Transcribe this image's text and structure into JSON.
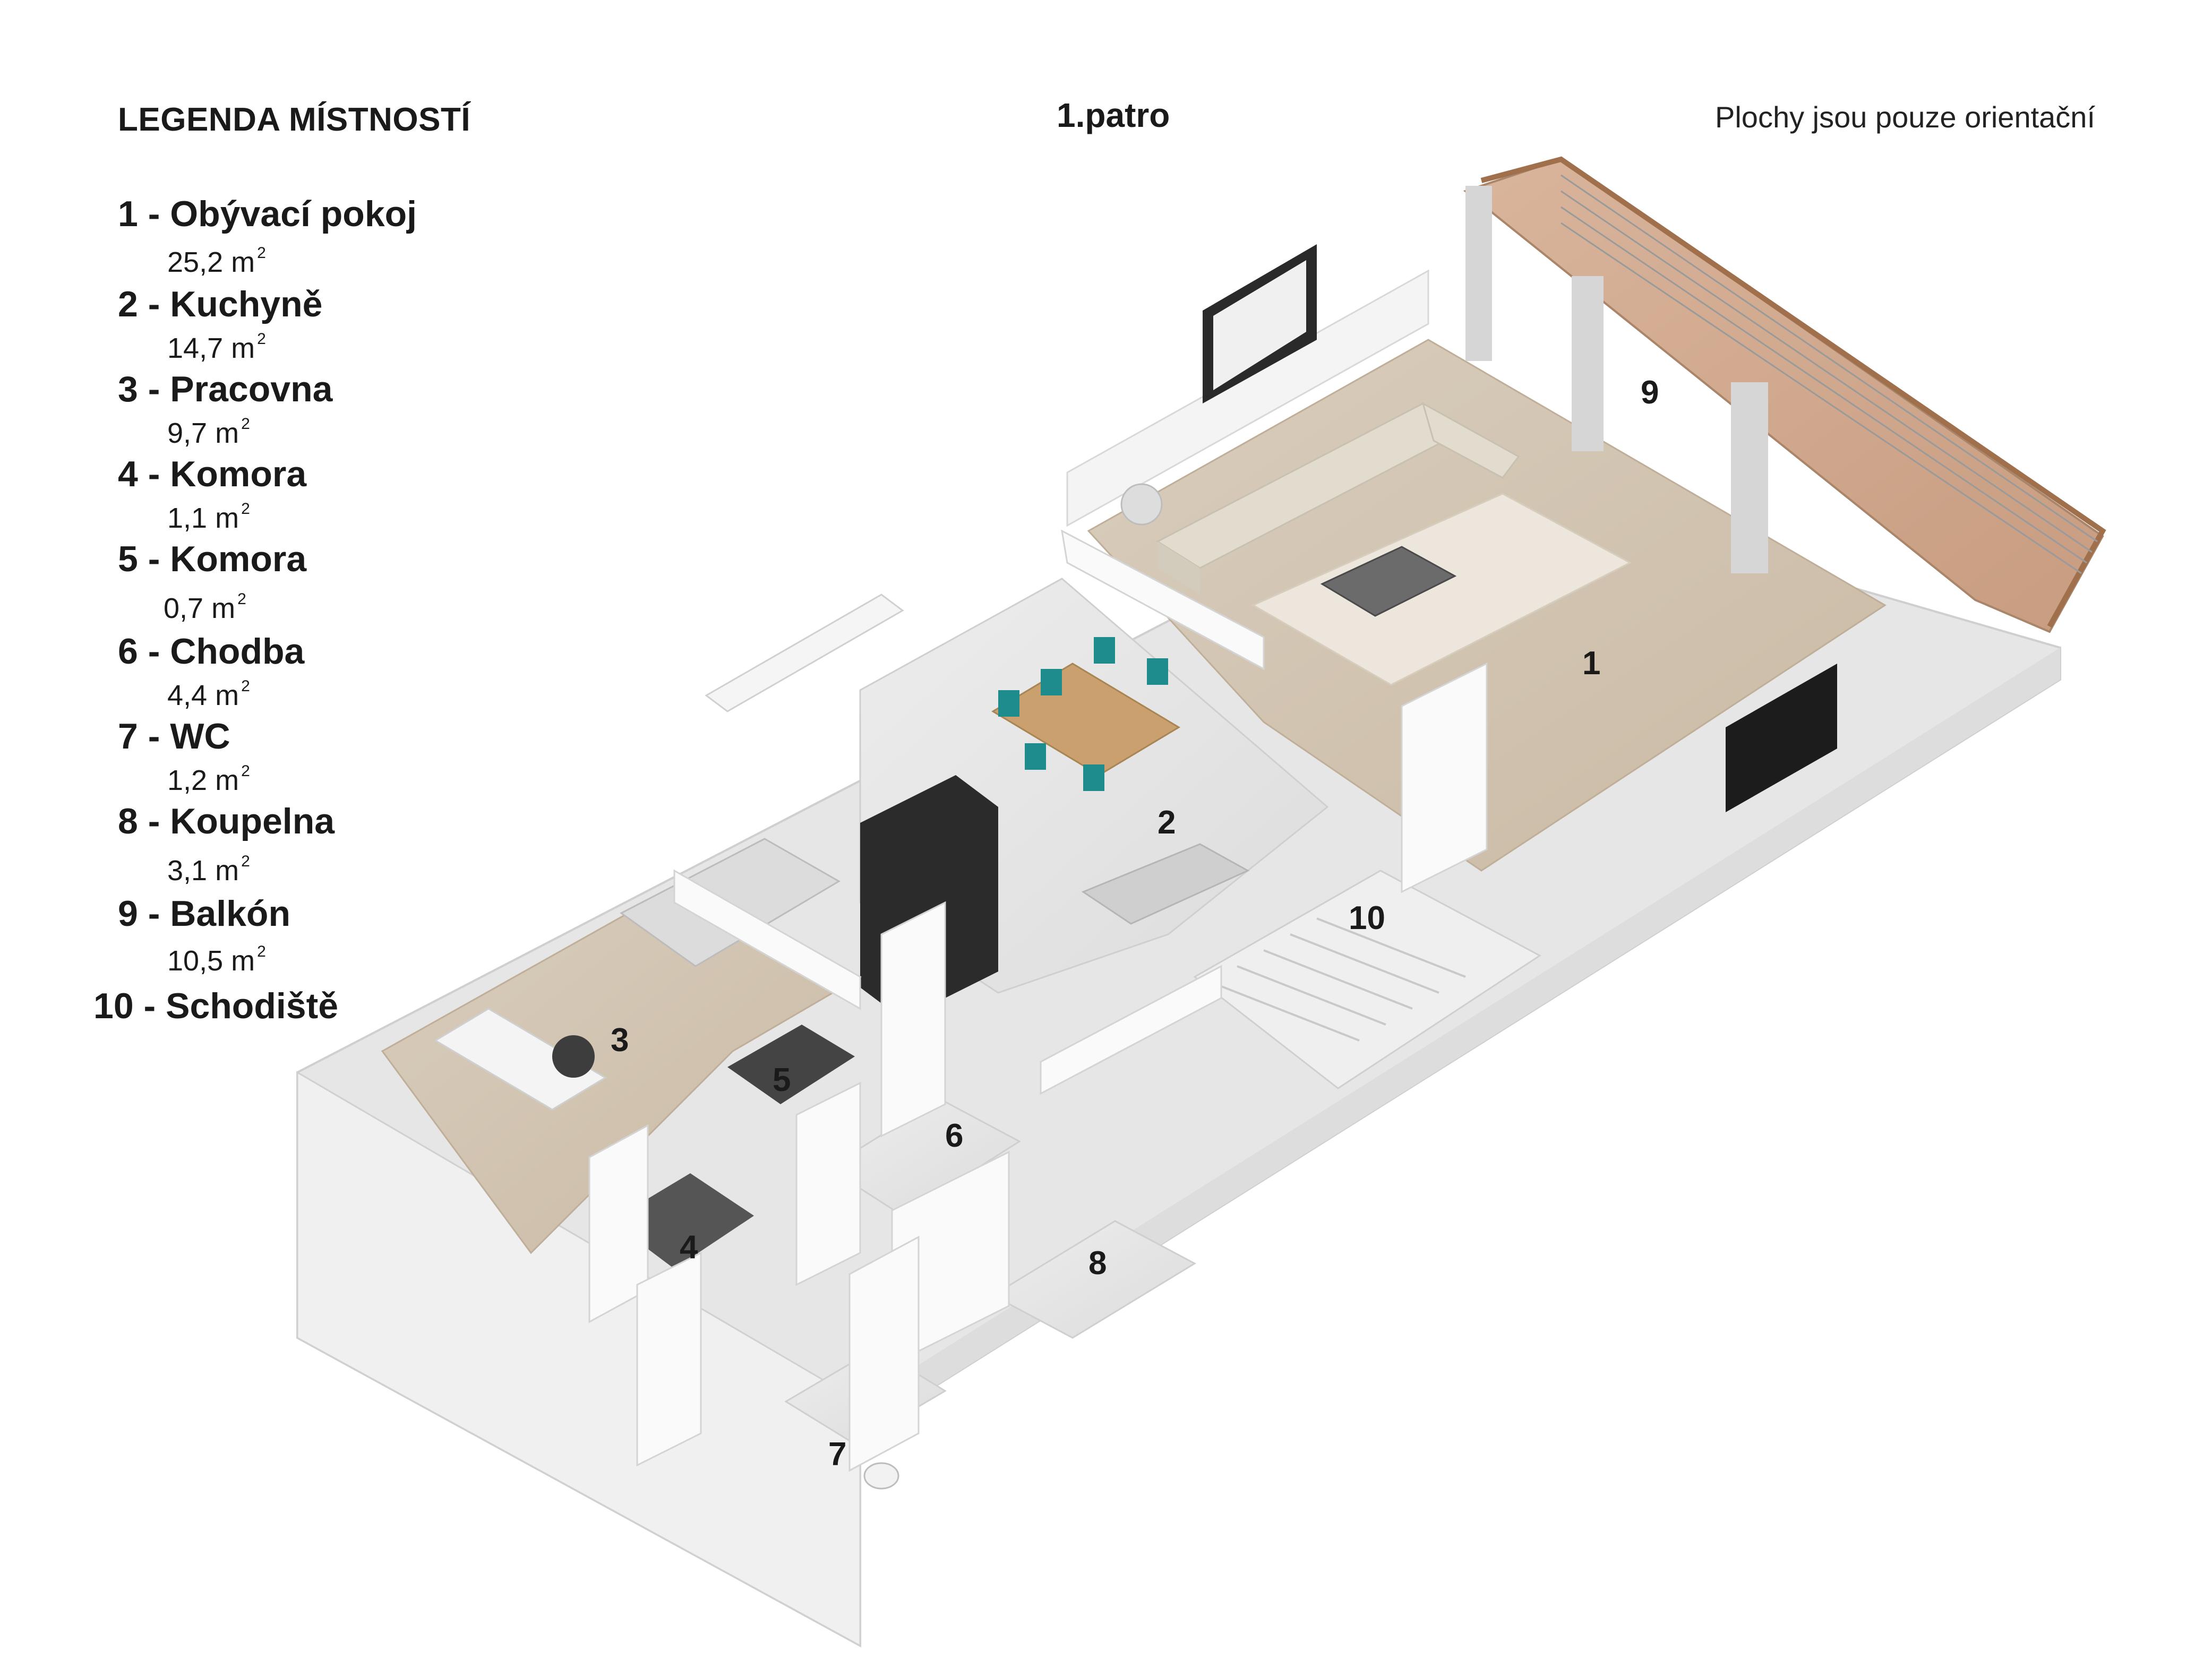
{
  "header": {
    "legend_title": "LEGENDA MÍSTNOSTÍ",
    "floor_title": "1.patro",
    "note": "Plochy jsou pouze orientační"
  },
  "area_unit": "m",
  "area_unit_exponent": "2",
  "rooms": [
    {
      "number": "1 -",
      "name": "Obývací pokoj",
      "area": "25,2",
      "plan_label": "1"
    },
    {
      "number": "2 -",
      "name": "Kuchyně",
      "area": "14,7",
      "plan_label": "2"
    },
    {
      "number": "3 -",
      "name": "Pracovna",
      "area": "9,7",
      "plan_label": "3"
    },
    {
      "number": "4 -",
      "name": "Komora",
      "area": "1,1",
      "plan_label": "4"
    },
    {
      "number": "5 -",
      "name": "Komora",
      "area": "0,7",
      "plan_label": "5"
    },
    {
      "number": "6 -",
      "name": "Chodba",
      "area": "4,4",
      "plan_label": "6"
    },
    {
      "number": "7 -",
      "name": "WC",
      "area": "1,2",
      "plan_label": "7"
    },
    {
      "number": "8 -",
      "name": "Koupelna",
      "area": "3,1",
      "plan_label": "8"
    },
    {
      "number": "9 -",
      "name": "Balkón",
      "area": "10,5",
      "plan_label": "9"
    },
    {
      "number": "10 -",
      "name": "Schodiště",
      "area": "",
      "plan_label": "10"
    }
  ]
}
